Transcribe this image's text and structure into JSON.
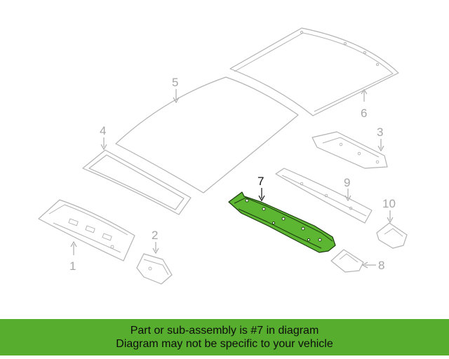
{
  "diagram": {
    "callouts": [
      "1",
      "2",
      "3",
      "4",
      "5",
      "6",
      "7",
      "8",
      "9",
      "10"
    ],
    "highlighted_callout": "7",
    "highlight_color": "#5cb631",
    "ghost_color": "#b3b3b3"
  },
  "banner": {
    "line1": "Part or sub-assembly is #7 in diagram",
    "line2": "Diagram may not be specific to your vehicle",
    "background": "#57ad2e"
  }
}
